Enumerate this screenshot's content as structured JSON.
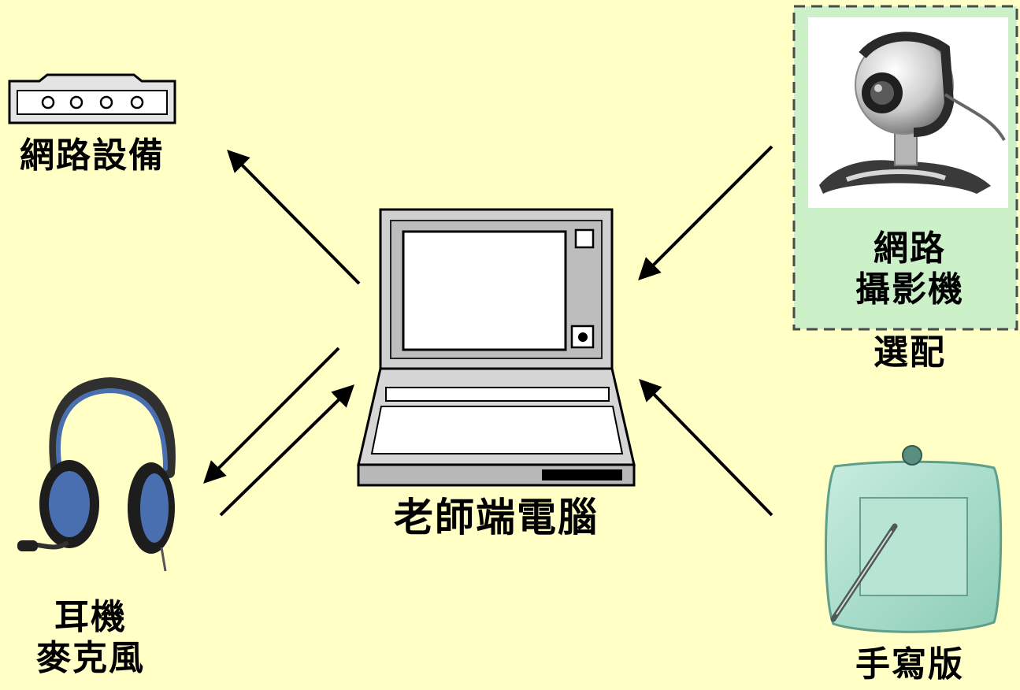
{
  "diagram": {
    "nodes": {
      "network_device": {
        "label": "網路設備"
      },
      "teacher_pc": {
        "label": "老師端電腦"
      },
      "headset": {
        "label_line1": "耳機",
        "label_line2": "麥克風"
      },
      "webcam": {
        "label_line1": "網路",
        "label_line2": "攝影機",
        "note": "選配"
      },
      "tablet": {
        "label": "手寫版"
      }
    },
    "edges": [
      {
        "from": "teacher_pc",
        "to": "network_device"
      },
      {
        "from": "teacher_pc",
        "to": "headset"
      },
      {
        "from": "headset",
        "to": "teacher_pc"
      },
      {
        "from": "webcam",
        "to": "teacher_pc"
      },
      {
        "from": "tablet",
        "to": "teacher_pc"
      }
    ],
    "colors": {
      "background": "#ffffc6",
      "optional_box": "#ccf0c8",
      "computer_body": "#c8c8c8",
      "headset_blue": "#4a6fb0",
      "tablet_mint": "#a9dcc8"
    }
  }
}
